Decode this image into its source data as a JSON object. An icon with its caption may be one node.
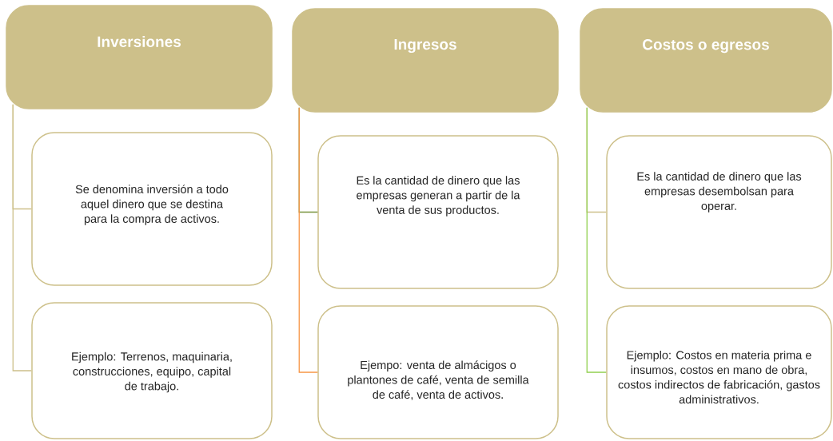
{
  "diagram": {
    "nodes": [
      {
        "text": [
          "Inversiones"
        ]
      },
      {
        "text": [
          "Se denomina inversión a todo aquel dinero que se destina para la compra de activos."
        ]
      },
      {
        "text": [
          "Ejemplo: Terrenos, maquinaria, construcciones, equipo, capital de trabajo."
        ]
      },
      {
        "text": [
          "Ingresos"
        ]
      },
      {
        "text": [
          "Es la cantidad de dinero que las empresas generan a  partir de la venta de sus productos."
        ]
      },
      {
        "text": [
          "Ejempo: venta de almácigos o plantones de café, venta de semilla de café, venta de activos."
        ]
      },
      {
        "text": [
          "Costos o egresos"
        ]
      },
      {
        "text": [
          "Es la cantidad de dinero que las empresas desembolsan para operar."
        ]
      },
      {
        "text": [
          "Ejemplo: Costos en materia prima e insumos, costos en mano de obra, costos indirectos de fabricación, gastos administrativos."
        ]
      }
    ],
    "edges": [
      {
        "from": 0,
        "to": 1,
        "arrow": "none"
      },
      {
        "from": 0,
        "to": 2,
        "arrow": "none"
      },
      {
        "from": 3,
        "to": 4,
        "arrow": "none",
        "color": "#77933c"
      },
      {
        "from": 3,
        "to": 5,
        "arrow": "none",
        "color": "#f79646"
      },
      {
        "from": 6,
        "to": 7,
        "arrow": "none"
      },
      {
        "from": 6,
        "to": 8,
        "arrow": "none",
        "color": "#92d050"
      }
    ]
  }
}
